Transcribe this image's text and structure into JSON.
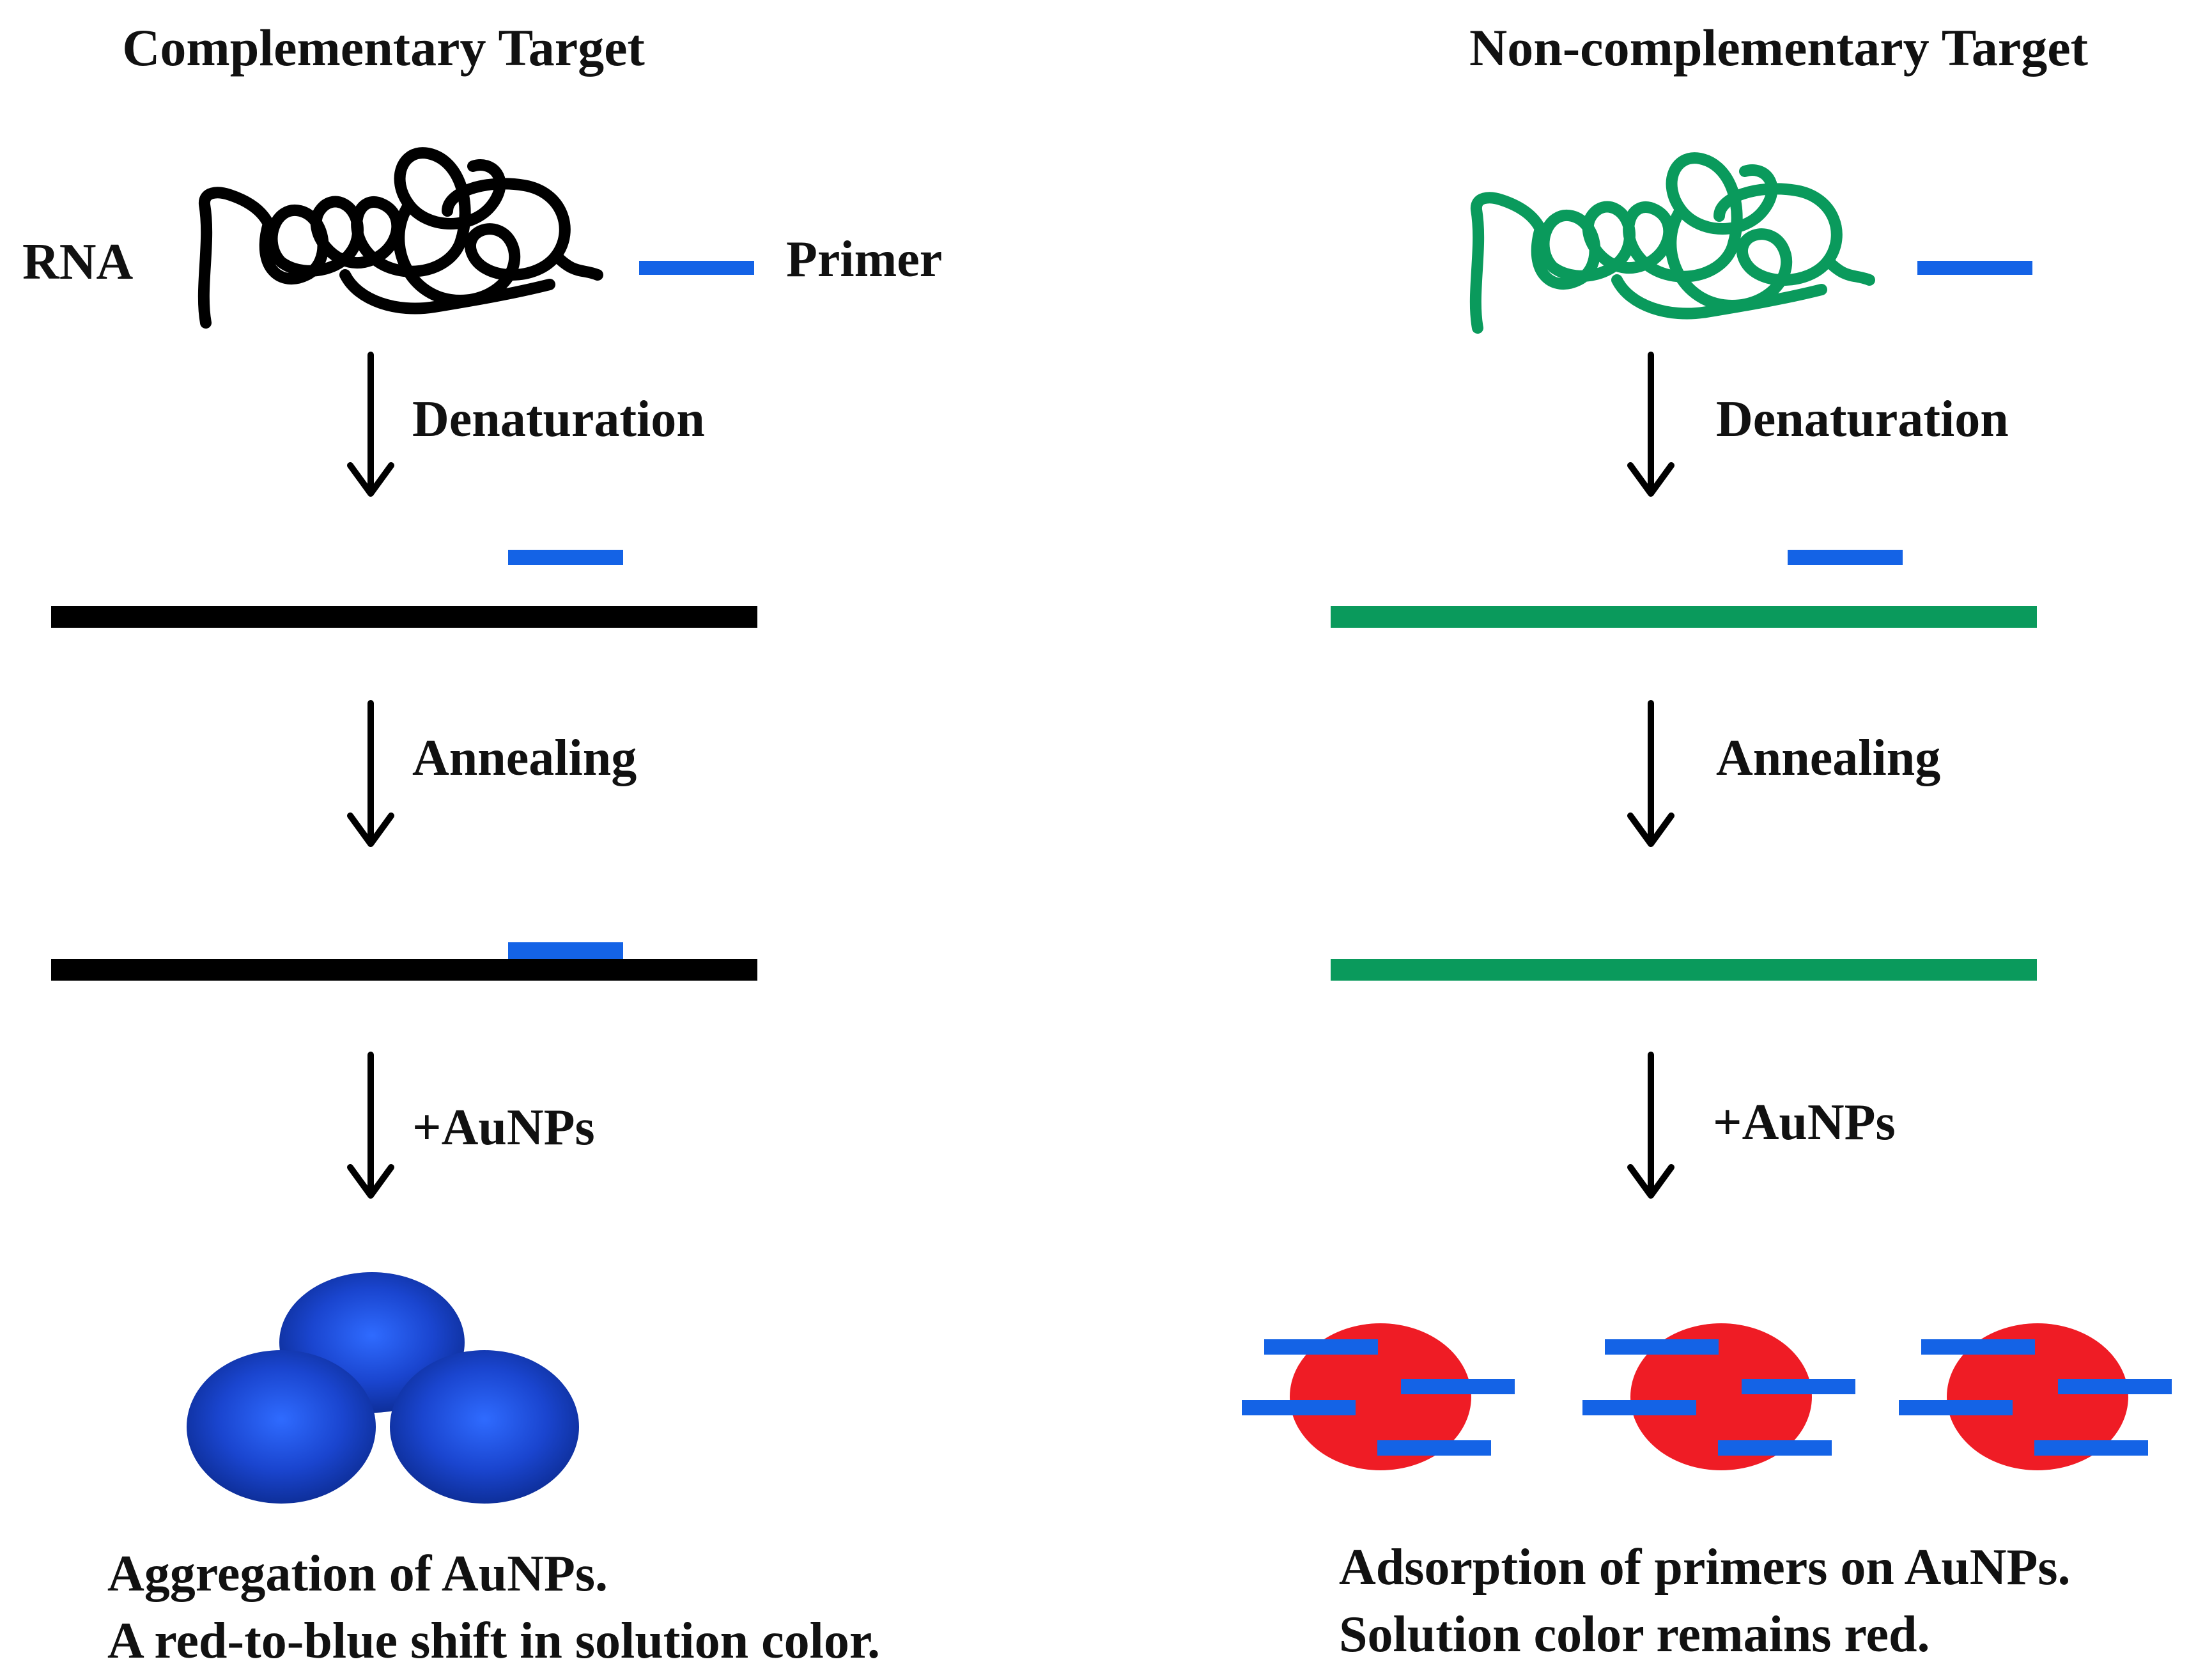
{
  "left_panel": {
    "title": "Complementary Target",
    "rna_label": "RNA",
    "primer_label": "Primer",
    "steps": [
      "Denaturation",
      "Annealing",
      "+AuNPs"
    ],
    "caption_lines": [
      "Aggregation of AuNPs.",
      "A red-to-blue shift in solution color."
    ]
  },
  "right_panel": {
    "title": "Non-complementary Target",
    "steps": [
      "Denaturation",
      "Annealing",
      "+AuNPs"
    ],
    "caption_lines": [
      "Adsorption of primers on AuNPs.",
      "Solution color remains red."
    ]
  },
  "colors": {
    "complementary_rna": "#000000",
    "noncomplementary_rna": "#0a9a5c",
    "primer": "#1463e6",
    "aggregated_aunp": "#1233a8",
    "dispersed_aunp": "#ef1c25"
  },
  "icons": [
    "rna-coil-icon",
    "primer-strand-icon",
    "down-arrow-icon",
    "aunp-particle-icon"
  ]
}
